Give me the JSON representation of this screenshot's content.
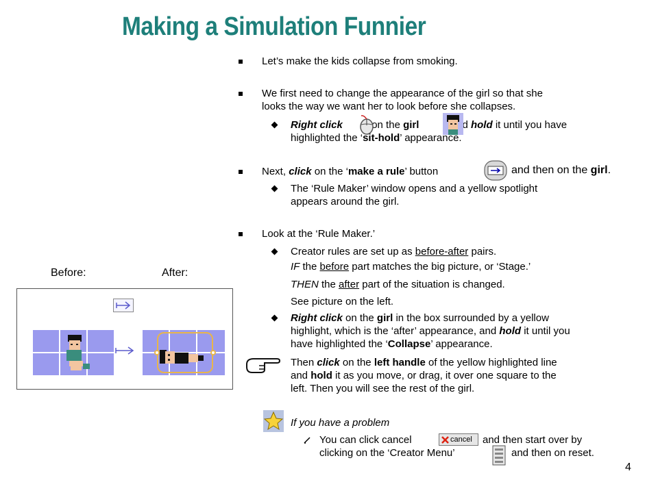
{
  "title": "Making a Simulation Funnier",
  "page_number": "4",
  "bullets": {
    "b1": "Let’s make the kids collapse from smoking.",
    "b2_l1": "We first need to change the appearance of the girl so that she",
    "b2_l2": "looks the way we want her to look before she collapses.",
    "s1_a": "Right click",
    "s1_b": "on the",
    "s1_c": "girl",
    "s1_d": "and",
    "s1_e": "hold",
    "s1_f": "it until you have",
    "s1_l2_a": "highlighted the ‘",
    "s1_l2_b": "sit-hold",
    "s1_l2_c": "’ appearance.",
    "b3_a": "Next,",
    "b3_b": "click",
    "b3_c": "on the ‘",
    "b3_d": "make a rule",
    "b3_e": "’ button",
    "b3_f": "and then on the",
    "b3_g": "girl",
    "b3_h": ".",
    "s2_l1": "The ‘Rule Maker’ window opens and a yellow spotlight",
    "s2_l2": "appears around the girl.",
    "b4": "Look at the ‘Rule Maker.’",
    "s3_a": "Creator rules are set up as",
    "s3_b": "before-after",
    "s3_c": "pairs.",
    "s3_if_a": "IF",
    "s3_if_b": "the",
    "s3_if_c": "before",
    "s3_if_d": "part matches the big picture, or ‘Stage.’",
    "s3_then_a": "THEN",
    "s3_then_b": "the",
    "s3_then_c": "after",
    "s3_then_d": "part of the situation is changed.",
    "s3_see": "See picture on the left.",
    "s4_l1_a": "Right click",
    "s4_l1_b": "on the",
    "s4_l1_c": "girl",
    "s4_l1_d": "in the box surrounded by a yellow",
    "s4_l2_a": "highlight, which is the ‘after’ appearance, and",
    "s4_l2_b": "hold",
    "s4_l2_c": "it until you",
    "s4_l3_a": "have highlighted the ‘",
    "s4_l3_b": "Collapse",
    "s4_l3_c": "’ appearance.",
    "h_l1_a": "Then",
    "h_l1_b": "click",
    "h_l1_c": "on the",
    "h_l1_d": "left handle",
    "h_l1_e": "of the yellow highlighted line",
    "h_l2_a": "and",
    "h_l2_b": "hold",
    "h_l2_c": "it as you move, or drag, it over one square to the",
    "h_l3": "left.  Then you will see the rest of the girl.",
    "prob_title": "If you have a problem",
    "prob_l1_a": "You can click cancel",
    "prob_l1_b": "and then start over by",
    "prob_l2_a": "clicking on the ‘Creator Menu’",
    "prob_l2_b": "and then on reset.",
    "cancel_label": "cancel"
  },
  "panel": {
    "before_label": "Before:",
    "after_label": "After:"
  },
  "colors": {
    "title": "#1e7f7a",
    "grid": "#9a9aee",
    "highlight": "#e8b54a"
  }
}
